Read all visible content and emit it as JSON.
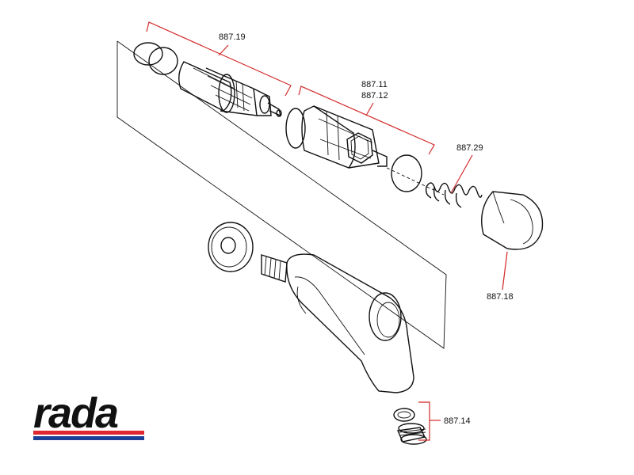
{
  "colors": {
    "callout": "#d42a2a",
    "brand_red": "#e0262e",
    "brand_blue": "#1d3f95",
    "ink": "#111111"
  },
  "labels": {
    "cartridge": "887.19",
    "body_upper": "887.11",
    "body_lower": "887.12",
    "spring": "887.29",
    "cap": "887.18",
    "outlet": "887.14"
  },
  "brand": {
    "logo_text": "rada"
  }
}
